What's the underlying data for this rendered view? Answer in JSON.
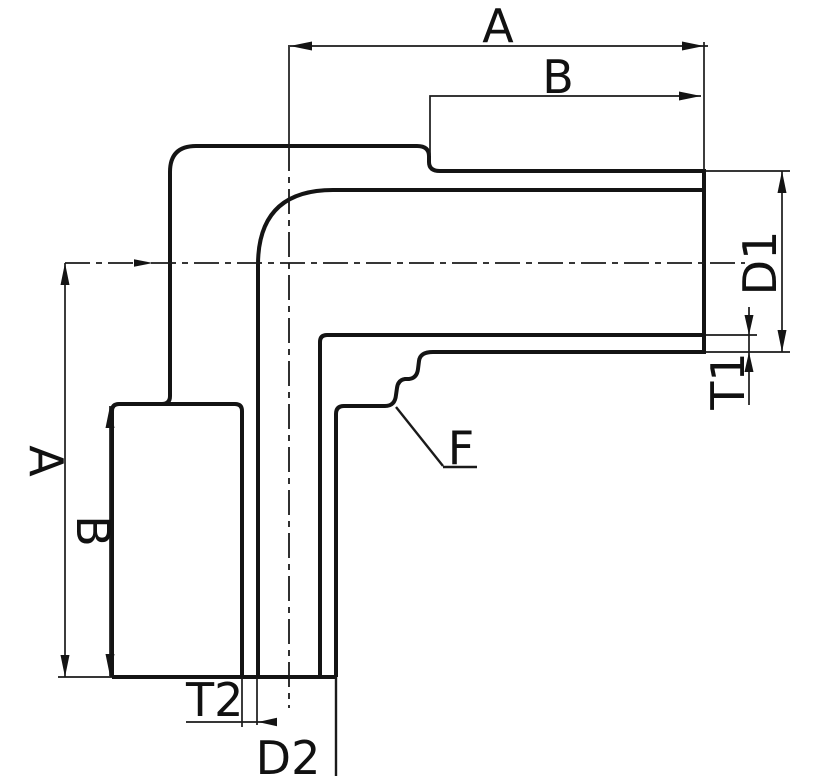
{
  "drawing": {
    "description": "90 degree elbow fitting dimension drawing",
    "labels": {
      "a_top": "A",
      "b_top": "B",
      "d1": "D1",
      "t1": "T1",
      "a_left": "A",
      "b_left": "B",
      "t2": "T2",
      "d2": "D2",
      "f": "F"
    },
    "colors": {
      "line": "#141414",
      "background": "#ffffff"
    }
  }
}
